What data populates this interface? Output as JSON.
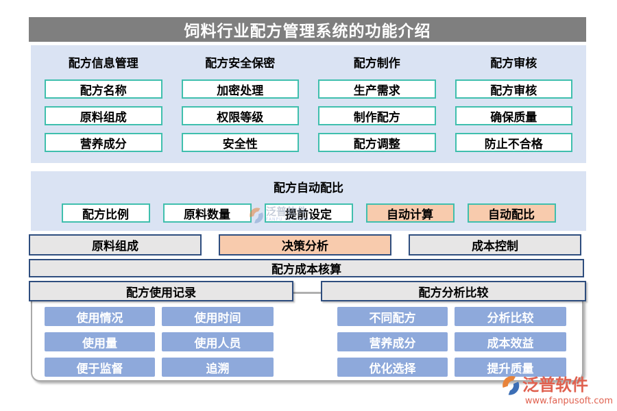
{
  "page_title": "饲料行业配方管理系统的功能介绍",
  "feature_panel": {
    "columns": [
      {
        "header": "配方信息管理",
        "items": [
          "配方名称",
          "原料组成",
          "营养成分"
        ]
      },
      {
        "header": "配方安全保密",
        "items": [
          "加密处理",
          "权限等级",
          "安全性"
        ]
      },
      {
        "header": "配方制作",
        "items": [
          "生产需求",
          "制作配方",
          "配方调整"
        ]
      },
      {
        "header": "配方审核",
        "items": [
          "配方审核",
          "确保质量",
          "防止不合格"
        ]
      }
    ]
  },
  "auto_ratio_panel": {
    "title": "配方自动配比",
    "buttons": [
      "配方比例",
      "原料数量",
      "提前设定",
      "自动计算",
      "自动配比"
    ],
    "highlighted_buttons": [
      "自动计算",
      "自动配比"
    ]
  },
  "middle_row": {
    "boxes": [
      "原料组成",
      "决策分析",
      "成本控制"
    ],
    "highlighted_box": "决策分析"
  },
  "cost_bar_label": "配方成本核算",
  "usage_section": {
    "header": "配方使用记录",
    "buttons": [
      "使用情况",
      "使用时间",
      "使用量",
      "使用人员",
      "便于监督",
      "追溯"
    ]
  },
  "analysis_section": {
    "header": "配方分析比较",
    "buttons": [
      "不同配方",
      "分析比较",
      "营养成分",
      "成本效益",
      "优化选择",
      "提升质量"
    ]
  },
  "watermark": {
    "brand": "泛普软件",
    "brand_sub": "FANPU SOFTWARE",
    "url": "www.fanpusoft.com"
  },
  "colors": {
    "title_bar_bg": "#7F7F7F",
    "panel_bg": "#DAE3F3",
    "teal_border": "#3FBFAD",
    "orange_fill": "#F8CBAD",
    "gray_fill": "#E7E6E6",
    "navy_border": "#2E4D7E",
    "blue_button": "#8EA9DB",
    "watermark_red": "#E0614F"
  }
}
